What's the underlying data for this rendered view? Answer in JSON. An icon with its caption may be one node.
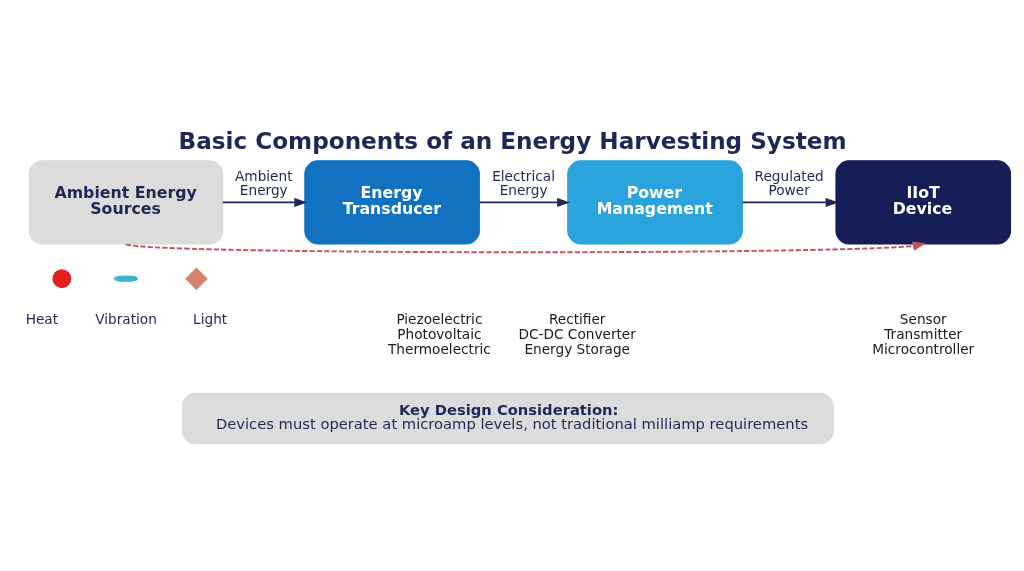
{
  "diagram": {
    "title": "Basic Components of an Energy Harvesting System",
    "nodes": [
      {
        "text": [
          "Ambient Energy Sources"
        ]
      },
      {
        "text": [
          "Energy Transducer"
        ],
        "beside": [
          "Piezoelectric",
          "Photovoltaic",
          "Thermoelectric"
        ]
      },
      {
        "text": [
          "Power Management"
        ],
        "beside": [
          "Rectifier",
          "DC-DC Converter",
          "Energy Storage"
        ]
      },
      {
        "text": [
          "IIoT Device"
        ],
        "beside": [
          "Sensor",
          "Transmitter",
          "Microcontroller"
        ]
      },
      {
        "text": [],
        "shape": "circle",
        "beside": [
          "Heat"
        ]
      },
      {
        "text": [],
        "shape": "wave",
        "beside": [
          "Vibration"
        ]
      },
      {
        "text": [],
        "shape": "diamond",
        "beside": [
          "Light"
        ]
      },
      {
        "text": [
          "Key Design Consideration:",
          "Devices must operate at microamp levels, not traditional milliamp requirements"
        ]
      }
    ],
    "edges": [
      {
        "from": 0,
        "to": 1,
        "arrow": "to",
        "label": "Ambient Energy"
      },
      {
        "from": 1,
        "to": 2,
        "arrow": "to",
        "label": "Electrical Energy"
      },
      {
        "from": 2,
        "to": 3,
        "arrow": "to",
        "label": "Regulated Power"
      },
      {
        "from": 0,
        "to": 3,
        "arrow": "to",
        "style": "dashed",
        "color": "#c8505a"
      }
    ]
  }
}
